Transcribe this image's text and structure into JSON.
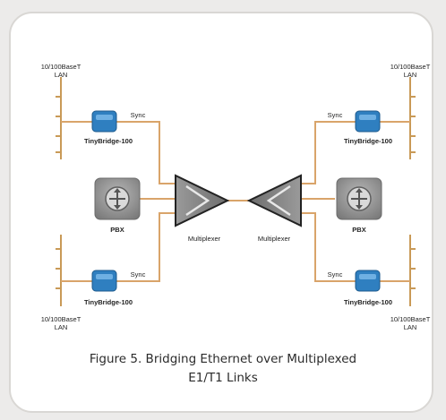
{
  "lan_label_line1": "10/100BaseT",
  "lan_label_line2": "LAN",
  "bridge_label": "TinyBridge-100",
  "sync_label": "Sync",
  "pbx_label": "PBX",
  "mux_label": "Multiplexer",
  "caption_line1": "Figure 5.  Bridging Ethernet over Multiplexed",
  "caption_line2": "E1/T1 Links",
  "colors": {
    "wire": "#d9a46a",
    "lan_line": "#c99a57",
    "bridge": "#2f7fc0",
    "pbx": "#8f8f8f",
    "mux": "#7d7d7d"
  }
}
